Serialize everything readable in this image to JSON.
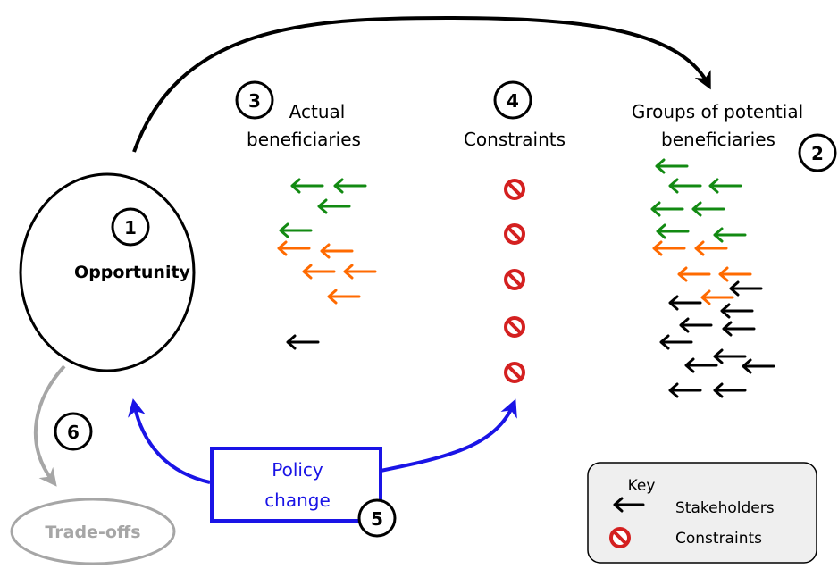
{
  "nodes": {
    "opportunity": {
      "number": "1",
      "label": "Opportunity"
    },
    "potential": {
      "number": "2",
      "label_line1": "Groups of potential",
      "label_line2": "beneficiaries"
    },
    "actual": {
      "number": "3",
      "label_line1": "Actual",
      "label_line2": "beneficiaries"
    },
    "constraints": {
      "number": "4",
      "label": "Constraints"
    },
    "policy": {
      "number": "5",
      "label_line1": "Policy",
      "label_line2": "change"
    },
    "tradeoffs": {
      "number": "6",
      "label": "Trade-offs"
    }
  },
  "key": {
    "title": "Key",
    "stakeholders": "Stakeholders",
    "constraints": "Constraints"
  },
  "colors": {
    "green": "#128a12",
    "orange": "#ff6a00",
    "black": "#000000",
    "blue": "#1a14e6",
    "gray": "#a6a6a6",
    "constraint_red": "#d42020",
    "key_bg": "#efefef"
  }
}
